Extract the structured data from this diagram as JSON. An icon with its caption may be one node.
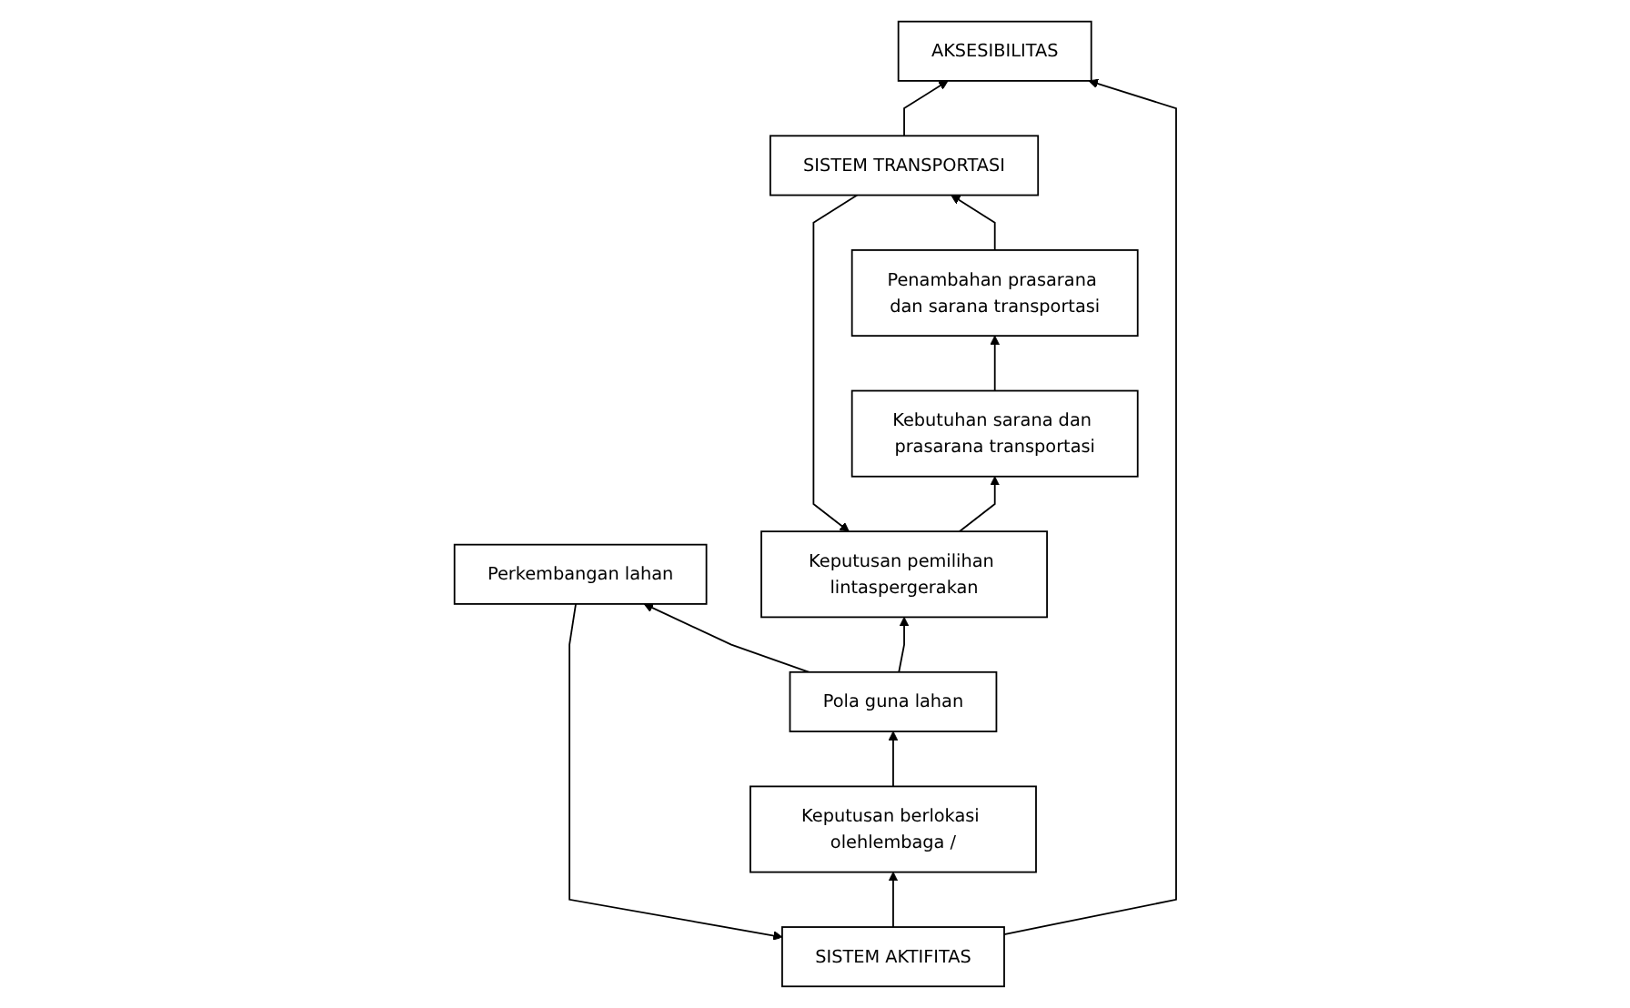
{
  "diagram": {
    "nodes": [
      {
        "text": [
          "AKSESIBILITAS"
        ]
      },
      {
        "text": [
          "SISTEM AKTIFITAS"
        ]
      },
      {
        "text": [
          "SISTEM TRANSPORTASI"
        ]
      },
      {
        "text": [
          "Keputusan berlokasi olehlembaga /"
        ]
      },
      {
        "text": [
          "Pola guna lahan"
        ]
      },
      {
        "text": [
          "Perkembangan lahan"
        ]
      },
      {
        "text": [
          "Keputusan pemilihan lintaspergerakan"
        ]
      },
      {
        "text": [
          "Kebutuhan sarana dan prasarana transportasi"
        ]
      },
      {
        "text": [
          "Penambahan prasarana dan sarana transportasi"
        ]
      }
    ],
    "edges": [
      {
        "from": 1,
        "to": 0,
        "arrow": "to"
      },
      {
        "from": 2,
        "to": 0,
        "arrow": "to"
      },
      {
        "from": 1,
        "to": 3,
        "arrow": "to"
      },
      {
        "from": 3,
        "to": 4,
        "arrow": "to"
      },
      {
        "from": 4,
        "to": 5,
        "arrow": "to"
      },
      {
        "from": 5,
        "to": 1,
        "arrow": "to"
      },
      {
        "from": 4,
        "to": 6,
        "arrow": "to"
      },
      {
        "from": 2,
        "to": 6,
        "arrow": "to"
      },
      {
        "from": 6,
        "to": 7,
        "arrow": "to"
      },
      {
        "from": 7,
        "to": 8,
        "arrow": "to"
      },
      {
        "from": 8,
        "to": 2,
        "arrow": "to"
      }
    ]
  }
}
